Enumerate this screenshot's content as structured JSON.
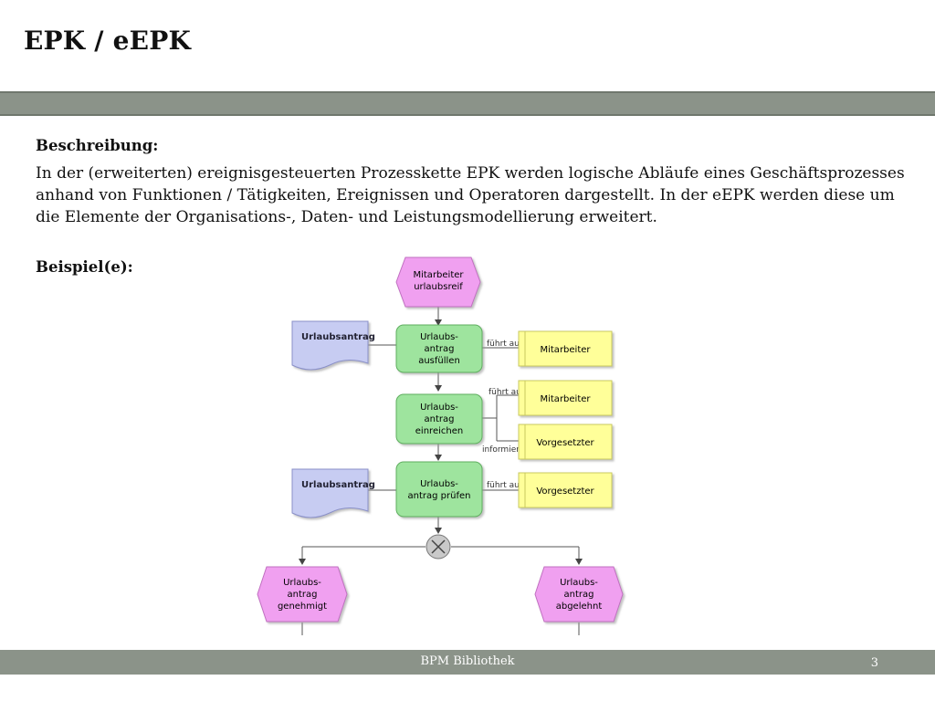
{
  "title": "EPK / eEPK",
  "section1": {
    "heading": "Beschreibung:",
    "text": "In der (erweiterten) ereignisgesteuerten Prozesskette EPK werden logische Abläufe eines Geschäftsprozesses anhand von Funktionen / Tätigkeiten, Ereignissen und Operatoren dargestellt. In der eEPK werden diese um die Elemente der Organisations-, Daten- und Leistungsmodellierung erweitert."
  },
  "section2": {
    "heading": "Beispiel(e):"
  },
  "diagram": {
    "events": {
      "start": [
        "Mitarbeiter",
        "urlaubsreif"
      ],
      "approved": [
        "Urlaubs-",
        "antrag",
        "genehmigt"
      ],
      "rejected": [
        "Urlaubs-",
        "antrag",
        "abgelehnt"
      ]
    },
    "functions": {
      "f1": [
        "Urlaubs-",
        "antrag",
        "ausfüllen"
      ],
      "f2": [
        "Urlaubs-",
        "antrag",
        "einreichen"
      ],
      "f3": [
        "Urlaubs-",
        "antrag prüfen"
      ]
    },
    "documents": {
      "d1": "Urlaubsantrag",
      "d2": "Urlaubsantrag"
    },
    "roles": {
      "r1": "Mitarbeiter",
      "r2": "Mitarbeiter",
      "r3": "Vorgesetzter",
      "r4": "Vorgesetzter"
    },
    "edge_labels": {
      "e1": "führt aus",
      "e2": "führt aus",
      "e3": "informieren",
      "e4": "führt aus"
    },
    "operator": "XOR"
  },
  "footer": {
    "label": "BPM Bibliothek",
    "page": "3"
  },
  "colors": {
    "bar": "#8b9389",
    "event": "#f0a0f0",
    "function": "#9ee49e",
    "document": "#c7ccf2",
    "role": "#ffff99"
  }
}
